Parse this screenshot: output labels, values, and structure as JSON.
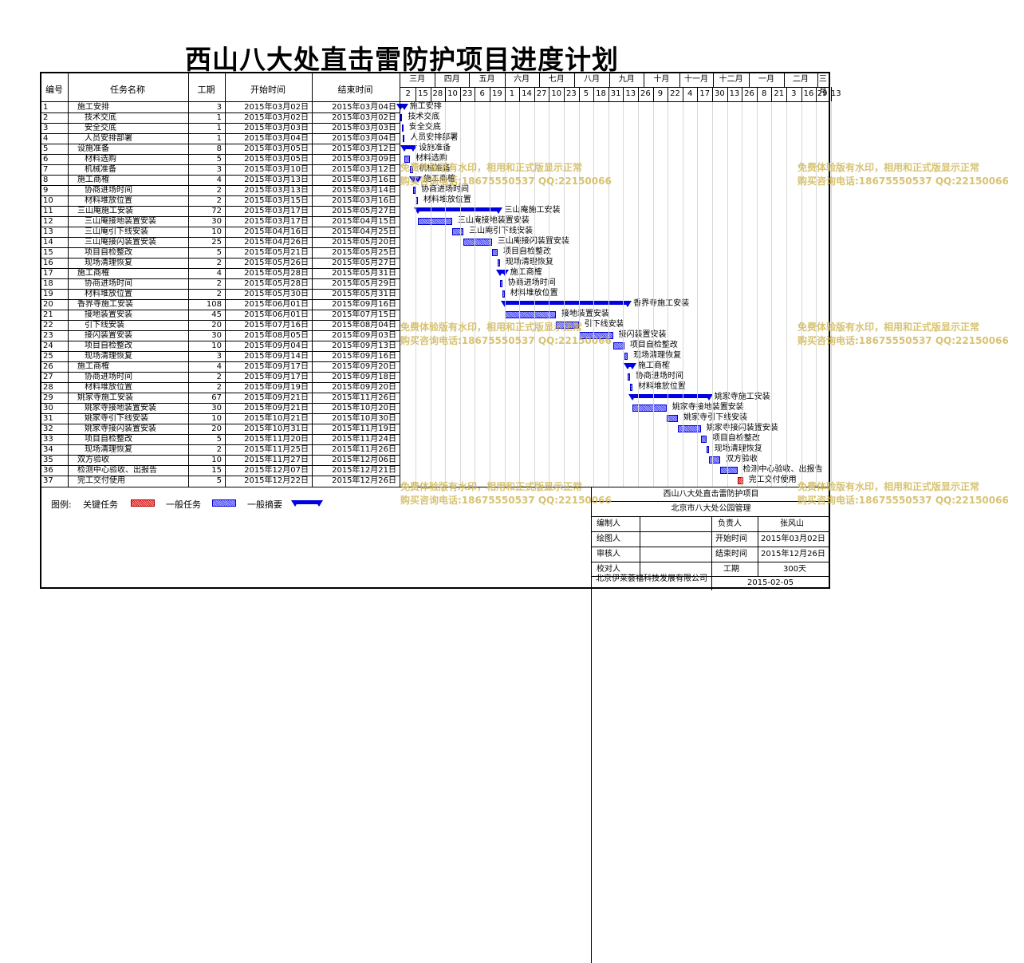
{
  "title": "西山八大处直击雷防护项目进度计划",
  "headers": {
    "num": "编号",
    "name": "任务名称",
    "dur": "工期",
    "start": "开始时间",
    "end": "结束时间"
  },
  "months": [
    "三月",
    "四月",
    "五月",
    "六月",
    "七月",
    "八月",
    "九月",
    "十月",
    "十一月",
    "十二月",
    "一月",
    "二月",
    "三月"
  ],
  "days": [
    "2",
    "15",
    "28",
    "10",
    "23",
    "6",
    "19",
    "1",
    "14",
    "27",
    "10",
    "23",
    "5",
    "18",
    "31",
    "13",
    "26",
    "9",
    "22",
    "4",
    "17",
    "30",
    "13",
    "26",
    "8",
    "21",
    "3",
    "16",
    "29",
    "13"
  ],
  "chart_data": {
    "type": "gantt",
    "tasks": [
      {
        "id": "1",
        "name": "施工安排",
        "indent": 0,
        "dur": 3,
        "start": "2015年03月02日",
        "end": "2015年03月04日",
        "kind": "summary",
        "sd": 0,
        "ed": 3
      },
      {
        "id": "2",
        "name": "技术交底",
        "indent": 1,
        "dur": 1,
        "start": "2015年03月02日",
        "end": "2015年03月02日",
        "kind": "task",
        "sd": 0,
        "ed": 1
      },
      {
        "id": "3",
        "name": "安全交底",
        "indent": 1,
        "dur": 1,
        "start": "2015年03月03日",
        "end": "2015年03月03日",
        "kind": "task",
        "sd": 1,
        "ed": 2
      },
      {
        "id": "4",
        "name": "人员安排部署",
        "indent": 1,
        "dur": 1,
        "start": "2015年03月04日",
        "end": "2015年03月04日",
        "kind": "task",
        "sd": 2,
        "ed": 3
      },
      {
        "id": "5",
        "name": "设施准备",
        "indent": 0,
        "dur": 8,
        "start": "2015年03月05日",
        "end": "2015年03月12日",
        "kind": "summary",
        "sd": 3,
        "ed": 11
      },
      {
        "id": "6",
        "name": "材料选购",
        "indent": 1,
        "dur": 5,
        "start": "2015年03月05日",
        "end": "2015年03月09日",
        "kind": "task",
        "sd": 3,
        "ed": 8
      },
      {
        "id": "7",
        "name": "机械准备",
        "indent": 1,
        "dur": 3,
        "start": "2015年03月10日",
        "end": "2015年03月12日",
        "kind": "task",
        "sd": 8,
        "ed": 11
      },
      {
        "id": "8",
        "name": "施工商榷",
        "indent": 0,
        "dur": 4,
        "start": "2015年03月13日",
        "end": "2015年03月16日",
        "kind": "summary",
        "sd": 11,
        "ed": 15
      },
      {
        "id": "9",
        "name": "协商进场时间",
        "indent": 1,
        "dur": 2,
        "start": "2015年03月13日",
        "end": "2015年03月14日",
        "kind": "task",
        "sd": 11,
        "ed": 13
      },
      {
        "id": "10",
        "name": "材料堆放位置",
        "indent": 1,
        "dur": 2,
        "start": "2015年03月15日",
        "end": "2015年03月16日",
        "kind": "task",
        "sd": 13,
        "ed": 15
      },
      {
        "id": "11",
        "name": "三山庵施工安装",
        "indent": 0,
        "dur": 72,
        "start": "2015年03月17日",
        "end": "2015年05月27日",
        "kind": "summary",
        "sd": 15,
        "ed": 86
      },
      {
        "id": "12",
        "name": "三山庵接地装置安装",
        "indent": 1,
        "dur": 30,
        "start": "2015年03月17日",
        "end": "2015年04月15日",
        "kind": "task",
        "sd": 15,
        "ed": 45
      },
      {
        "id": "13",
        "name": "三山庵引下线安装",
        "indent": 1,
        "dur": 10,
        "start": "2015年04月16日",
        "end": "2015年04月25日",
        "kind": "task",
        "sd": 45,
        "ed": 55
      },
      {
        "id": "14",
        "name": "三山庵接闪装置安装",
        "indent": 1,
        "dur": 25,
        "start": "2015年04月26日",
        "end": "2015年05月20日",
        "kind": "task",
        "sd": 55,
        "ed": 80
      },
      {
        "id": "15",
        "name": "项目自检整改",
        "indent": 1,
        "dur": 5,
        "start": "2015年05月21日",
        "end": "2015年05月25日",
        "kind": "task",
        "sd": 80,
        "ed": 85
      },
      {
        "id": "16",
        "name": "现场清理恢复",
        "indent": 1,
        "dur": 2,
        "start": "2015年05月26日",
        "end": "2015年05月27日",
        "kind": "task",
        "sd": 85,
        "ed": 87
      },
      {
        "id": "17",
        "name": "施工商榷",
        "indent": 0,
        "dur": 4,
        "start": "2015年05月28日",
        "end": "2015年05月31日",
        "kind": "summary",
        "sd": 87,
        "ed": 91
      },
      {
        "id": "18",
        "name": "协商进场时间",
        "indent": 1,
        "dur": 2,
        "start": "2015年05月28日",
        "end": "2015年05月29日",
        "kind": "task",
        "sd": 87,
        "ed": 89
      },
      {
        "id": "19",
        "name": "材料堆放位置",
        "indent": 1,
        "dur": 2,
        "start": "2015年05月30日",
        "end": "2015年05月31日",
        "kind": "task",
        "sd": 89,
        "ed": 91
      },
      {
        "id": "20",
        "name": "香界寺施工安装",
        "indent": 0,
        "dur": 108,
        "start": "2015年06月01日",
        "end": "2015年09月16日",
        "kind": "summary",
        "sd": 91,
        "ed": 199
      },
      {
        "id": "21",
        "name": "接地装置安装",
        "indent": 1,
        "dur": 45,
        "start": "2015年06月01日",
        "end": "2015年07月15日",
        "kind": "task",
        "sd": 91,
        "ed": 136
      },
      {
        "id": "22",
        "name": "引下线安装",
        "indent": 1,
        "dur": 20,
        "start": "2015年07月16日",
        "end": "2015年08月04日",
        "kind": "task",
        "sd": 136,
        "ed": 156
      },
      {
        "id": "23",
        "name": "接闪装置安装",
        "indent": 1,
        "dur": 30,
        "start": "2015年08月05日",
        "end": "2015年09月03日",
        "kind": "task",
        "sd": 156,
        "ed": 186
      },
      {
        "id": "24",
        "name": "项目自检整改",
        "indent": 1,
        "dur": 10,
        "start": "2015年09月04日",
        "end": "2015年09月13日",
        "kind": "task",
        "sd": 186,
        "ed": 196
      },
      {
        "id": "25",
        "name": "现场清理恢复",
        "indent": 1,
        "dur": 3,
        "start": "2015年09月14日",
        "end": "2015年09月16日",
        "kind": "task",
        "sd": 196,
        "ed": 199
      },
      {
        "id": "26",
        "name": "施工商榷",
        "indent": 0,
        "dur": 4,
        "start": "2015年09月17日",
        "end": "2015年09月20日",
        "kind": "summary",
        "sd": 199,
        "ed": 203
      },
      {
        "id": "27",
        "name": "协商进场时间",
        "indent": 1,
        "dur": 2,
        "start": "2015年09月17日",
        "end": "2015年09月18日",
        "kind": "task",
        "sd": 199,
        "ed": 201
      },
      {
        "id": "28",
        "name": "材料堆放位置",
        "indent": 1,
        "dur": 2,
        "start": "2015年09月19日",
        "end": "2015年09月20日",
        "kind": "task",
        "sd": 201,
        "ed": 203
      },
      {
        "id": "29",
        "name": "姚家寺施工安装",
        "indent": 0,
        "dur": 67,
        "start": "2015年09月21日",
        "end": "2015年11月26日",
        "kind": "summary",
        "sd": 203,
        "ed": 270
      },
      {
        "id": "30",
        "name": "姚家寺接地装置安装",
        "indent": 1,
        "dur": 30,
        "start": "2015年09月21日",
        "end": "2015年10月20日",
        "kind": "task",
        "sd": 203,
        "ed": 233
      },
      {
        "id": "31",
        "name": "姚家寺引下线安装",
        "indent": 1,
        "dur": 10,
        "start": "2015年10月21日",
        "end": "2015年10月30日",
        "kind": "task",
        "sd": 233,
        "ed": 243
      },
      {
        "id": "32",
        "name": "姚家寺接闪装置安装",
        "indent": 1,
        "dur": 20,
        "start": "2015年10月31日",
        "end": "2015年11月19日",
        "kind": "task",
        "sd": 243,
        "ed": 263
      },
      {
        "id": "33",
        "name": "项目自检整改",
        "indent": 1,
        "dur": 5,
        "start": "2015年11月20日",
        "end": "2015年11月24日",
        "kind": "task",
        "sd": 263,
        "ed": 268
      },
      {
        "id": "34",
        "name": "现场清理恢复",
        "indent": 1,
        "dur": 2,
        "start": "2015年11月25日",
        "end": "2015年11月26日",
        "kind": "task",
        "sd": 268,
        "ed": 270
      },
      {
        "id": "35",
        "name": "双方验收",
        "indent": 0,
        "dur": 10,
        "start": "2015年11月27日",
        "end": "2015年12月06日",
        "kind": "task",
        "sd": 270,
        "ed": 280
      },
      {
        "id": "36",
        "name": "检测中心验收、出报告",
        "indent": 0,
        "dur": 15,
        "start": "2015年12月07日",
        "end": "2015年12月21日",
        "kind": "task",
        "sd": 280,
        "ed": 295
      },
      {
        "id": "37",
        "name": "完工交付使用",
        "indent": 0,
        "dur": 5,
        "start": "2015年12月22日",
        "end": "2015年12月26日",
        "kind": "critical",
        "sd": 295,
        "ed": 300
      }
    ]
  },
  "legend": {
    "label": "图例:",
    "critical": "关键任务",
    "general": "一般任务",
    "summary": "一般摘要"
  },
  "watermark": {
    "line1": "免费体验版有水印，相用和正式版显示正常",
    "line2": "购买咨询电话:18675550537 QQ:22150066"
  },
  "titleblock": {
    "project": "西山八大处直击雷防护项目",
    "org": "北京市八大处公园管理",
    "compiler_label": "编制人",
    "drawer_label": "绘图人",
    "reviewer_label": "审核人",
    "checker_label": "校对人",
    "owner_label": "负责人",
    "owner": "张风山",
    "start_label": "开始时间",
    "start": "2015年03月02日",
    "end_label": "结束时间",
    "end": "2015年12月26日",
    "dur_label": "工期",
    "dur": "300天",
    "company": "北京伊莱荟福科技发展有限公司",
    "date": "2015-02-05"
  },
  "colors": {
    "summary": "#0000e0",
    "general": "#4a4aff",
    "critical": "#e02020",
    "watermark": "#cdb450"
  }
}
